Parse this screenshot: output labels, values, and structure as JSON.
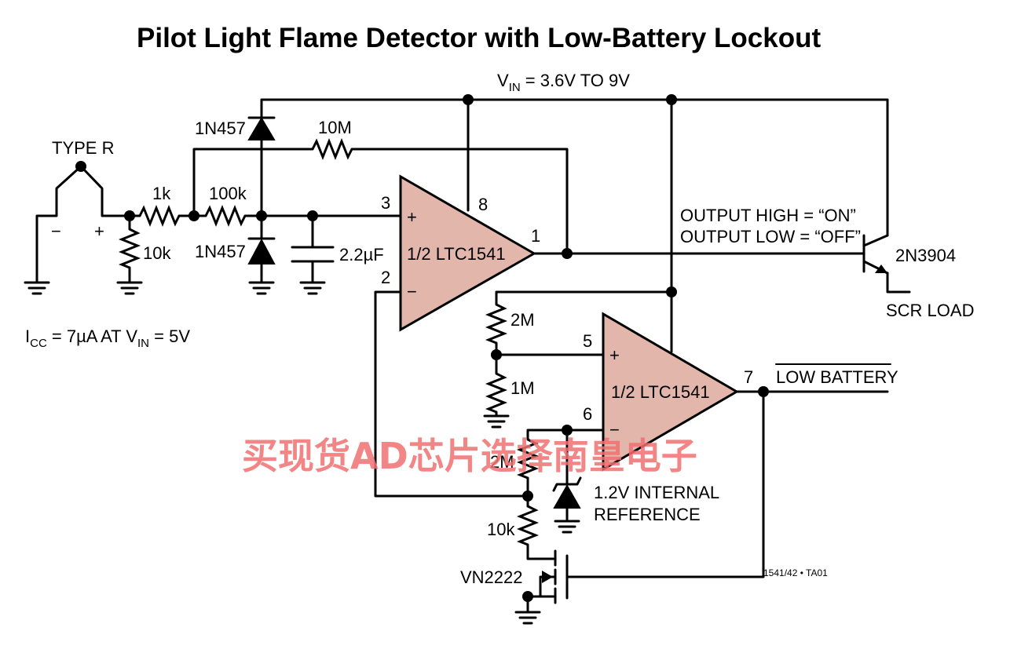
{
  "title": "Pilot Light Flame Detector with Low-Battery Lockout",
  "supply": {
    "prefix": "V",
    "sub": "IN",
    "rest": " = 3.6V TO 9V"
  },
  "thermocouple": {
    "label": "TYPE R",
    "minus": "−",
    "plus": "+"
  },
  "components": {
    "r_1k": "1k",
    "r_100k": "100k",
    "r_10k_in": "10k",
    "r_10m": "10M",
    "d_top": "1N457",
    "d_bottom": "1N457",
    "cap": "2.2µF",
    "r_2m_a": "2M",
    "r_1m": "1M",
    "r_2m_b": "2M",
    "r_10k_b": "10k",
    "fet": "VN2222",
    "transistor": "2N3904",
    "ref": [
      "1.2V INTERNAL",
      "REFERENCE"
    ]
  },
  "opamp1": {
    "label": "1/2 LTC1541",
    "pin_plus": "3",
    "pin_minus": "2",
    "pin_out": "1",
    "pin_supply": "8",
    "plus": "+",
    "minus": "−"
  },
  "opamp2": {
    "label": "1/2 LTC1541",
    "pin_plus": "5",
    "pin_minus": "6",
    "pin_out": "7",
    "plus": "+",
    "minus": "−"
  },
  "output_notes": [
    "OUTPUT HIGH = “ON”",
    "OUTPUT LOW = “OFF”"
  ],
  "scr_load": "SCR LOAD",
  "low_battery": "LOW BATTERY",
  "icc": {
    "a": "I",
    "a_sub": "CC",
    "b": " = 7µA AT V",
    "b_sub": "IN",
    "c": " = 5V"
  },
  "figure_id": "1541/42 • TA01",
  "watermark": "买现货AD芯片选择南皇电子",
  "colors": {
    "opamp_fill": "#E3B6AC",
    "watermark": "#F07070"
  }
}
